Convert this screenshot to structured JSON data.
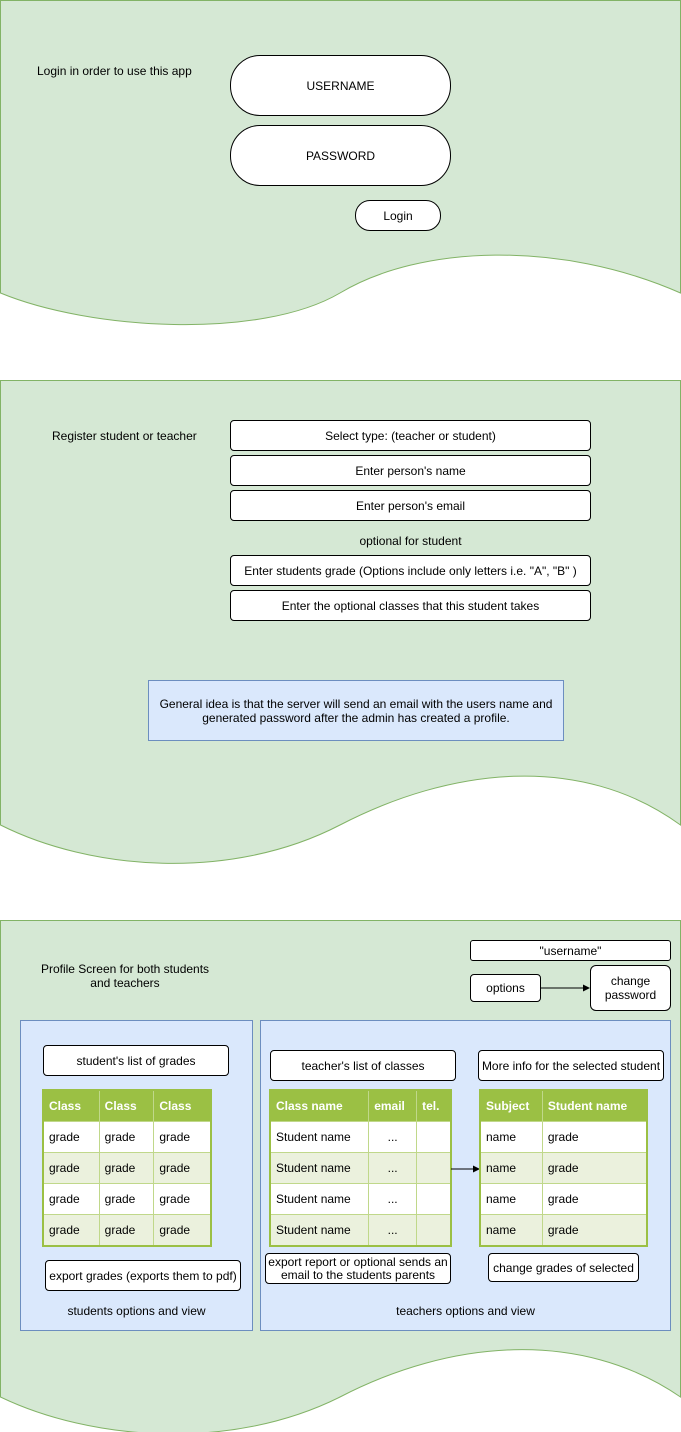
{
  "colors": {
    "section_fill": "#d5e8d4",
    "section_stroke": "#82b366",
    "panel_fill": "#dae8fc",
    "panel_stroke": "#6c8ebf",
    "table_header": "#9bc044",
    "table_alt_row": "#ebf1dd"
  },
  "login": {
    "caption": "Login in order to use  this app",
    "username": "USERNAME",
    "password": "PASSWORD",
    "login_button": "Login"
  },
  "register": {
    "caption": "Register student or teacher",
    "select_type": "Select type: (teacher or student)",
    "name": "Enter person's name",
    "email": "Enter person's email",
    "optional_label": "optional for student",
    "grade": "Enter students grade (Options include only letters i.e. \"A\", \"B\" )",
    "classes": "Enter the optional classes that this student takes",
    "note": "General idea is that the server will send an email with the users name and generated password after the admin has created a profile."
  },
  "profile": {
    "caption": "Profile Screen for both students and teachers",
    "username": "\"username\"",
    "options": "options",
    "change_password": "change password",
    "student_panel": {
      "list_title": "student's list of grades",
      "headers": [
        "Class",
        "Class",
        "Class"
      ],
      "rows": [
        [
          "grade",
          "grade",
          "grade"
        ],
        [
          "grade",
          "grade",
          "grade"
        ],
        [
          "grade",
          "grade",
          "grade"
        ],
        [
          "grade",
          "grade",
          "grade"
        ]
      ],
      "export": "export grades (exports them to pdf)",
      "footer": "students options and view"
    },
    "teacher_panel": {
      "list_title": "teacher's list of classes",
      "headers": [
        "Class name",
        "email",
        "tel."
      ],
      "rows": [
        [
          "Student name",
          "...",
          ""
        ],
        [
          "Student name",
          "...",
          ""
        ],
        [
          "Student name",
          "...",
          ""
        ],
        [
          "Student name",
          "...",
          ""
        ]
      ],
      "export": "export report or optional sends an email to the students parents",
      "more_info": "More info for the selected student",
      "detail_headers": [
        "Subject",
        "Student name"
      ],
      "detail_rows": [
        [
          "name",
          "grade"
        ],
        [
          "name",
          "grade"
        ],
        [
          "name",
          "grade"
        ],
        [
          "name",
          "grade"
        ]
      ],
      "change_grades": "change grades of selected",
      "footer": "teachers options and view"
    }
  }
}
